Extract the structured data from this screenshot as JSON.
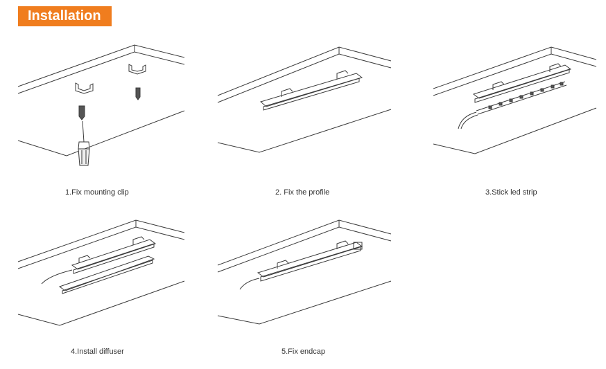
{
  "header": {
    "title": "Installation",
    "accent": "#f07d1e"
  },
  "steps": [
    {
      "caption": "1.Fix mounting clip"
    },
    {
      "caption": "2. Fix the profile"
    },
    {
      "caption": "3.Stick led strip"
    },
    {
      "caption": "4.Install diffuser"
    },
    {
      "caption": "5.Fix endcap"
    }
  ]
}
